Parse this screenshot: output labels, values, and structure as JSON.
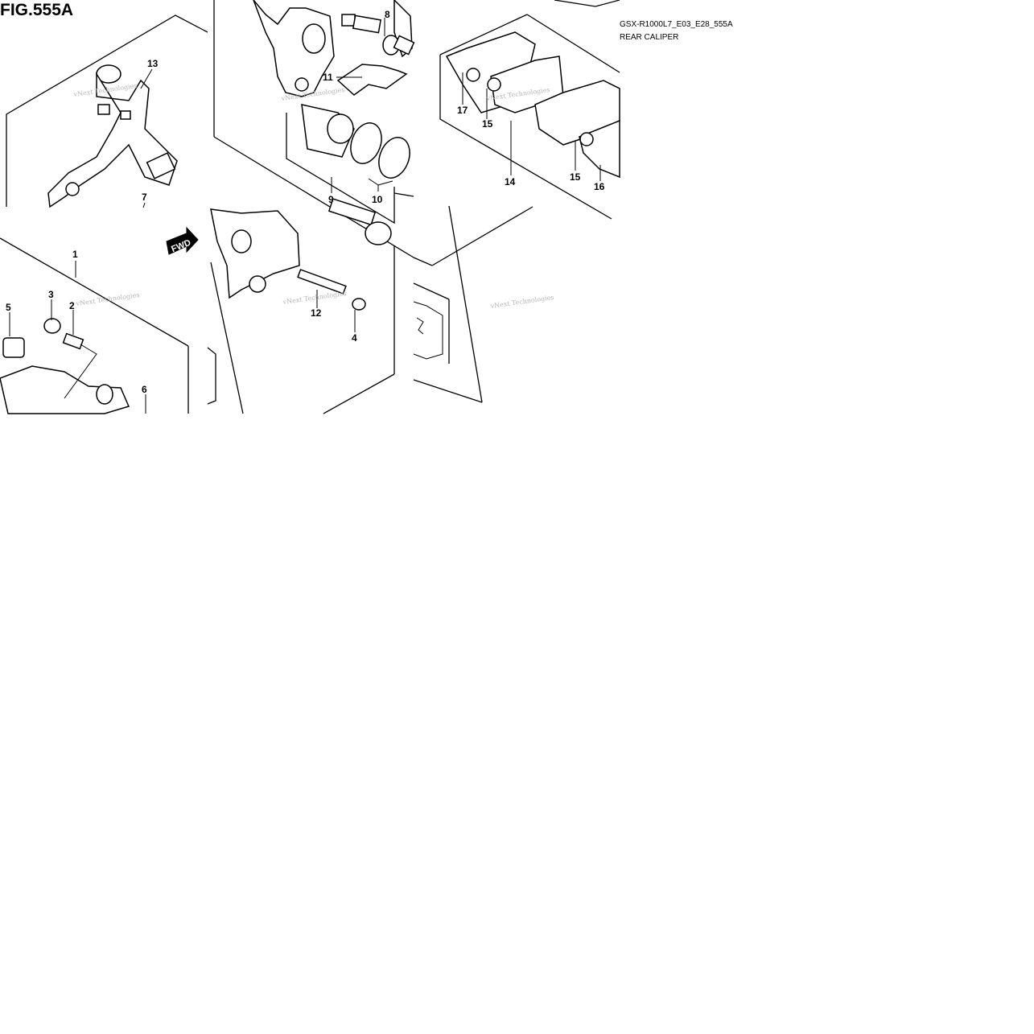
{
  "figure": {
    "title": "FIG.555A",
    "model_code": "GSX-R1000L7_E03_E28_555A",
    "section_name": "REAR CALIPER"
  },
  "direction_arrow": {
    "label": "FWD"
  },
  "watermark": {
    "text": "vNext Technologies"
  },
  "callouts": [
    {
      "id": "c13",
      "label": "13"
    },
    {
      "id": "c8",
      "label": "8"
    },
    {
      "id": "c11",
      "label": "11"
    },
    {
      "id": "c7",
      "label": "7"
    },
    {
      "id": "c9",
      "label": "9"
    },
    {
      "id": "c10",
      "label": "10"
    },
    {
      "id": "c17",
      "label": "17"
    },
    {
      "id": "c15a",
      "label": "15"
    },
    {
      "id": "c15b",
      "label": "15"
    },
    {
      "id": "c14",
      "label": "14"
    },
    {
      "id": "c16",
      "label": "16"
    },
    {
      "id": "c1",
      "label": "1"
    },
    {
      "id": "c5",
      "label": "5"
    },
    {
      "id": "c3",
      "label": "3"
    },
    {
      "id": "c2",
      "label": "2"
    },
    {
      "id": "c6",
      "label": "6"
    },
    {
      "id": "c12",
      "label": "12"
    },
    {
      "id": "c4",
      "label": "4"
    }
  ]
}
